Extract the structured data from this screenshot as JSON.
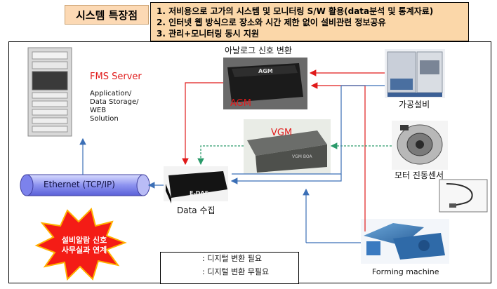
{
  "header": {
    "title": "시스템 특장점",
    "points": [
      "1. 저비용으로 고가의 시스템 및 모니터링 S/W 활용(data분석 및 통계자료)",
      "2. 인터넷 웹 방식으로 장소와 시간 제한 없이 설비관련 정보공유",
      "3. 관리+모니터링 동시 지원"
    ]
  },
  "server": {
    "name": "FMS Server",
    "desc_lines": [
      "Application/",
      "Data Storage/",
      "WEB",
      "Solution"
    ]
  },
  "agm": {
    "caption": "아날로그 신호 변환",
    "label": "AGM",
    "device_text": "AGM"
  },
  "vgm": {
    "label": "VGM",
    "device_text": "VGM BOA"
  },
  "machining": {
    "label": "가공설비"
  },
  "sensor": {
    "label": "모터 진동센서"
  },
  "ethernet": {
    "label": "Ethernet (TCP/IP)"
  },
  "edas": {
    "device_text": "E-DAS",
    "label": "Data 수집"
  },
  "forming": {
    "label": "Forming machine"
  },
  "burst": {
    "lines": [
      "설비알람 신호",
      "사무실과 연계"
    ]
  },
  "legend": {
    "items": [
      {
        "text": ": 디지털 변환 필요",
        "color": "#e01a1a"
      },
      {
        "text": ": 디지털 변환 무필요",
        "color": "#1a3fd0"
      }
    ]
  },
  "colors": {
    "red_arrow": "#e01a1a",
    "blue_arrow": "#3b6fb6",
    "green_dash": "#2a9a6a",
    "header_fill": "#fbd7a9"
  }
}
